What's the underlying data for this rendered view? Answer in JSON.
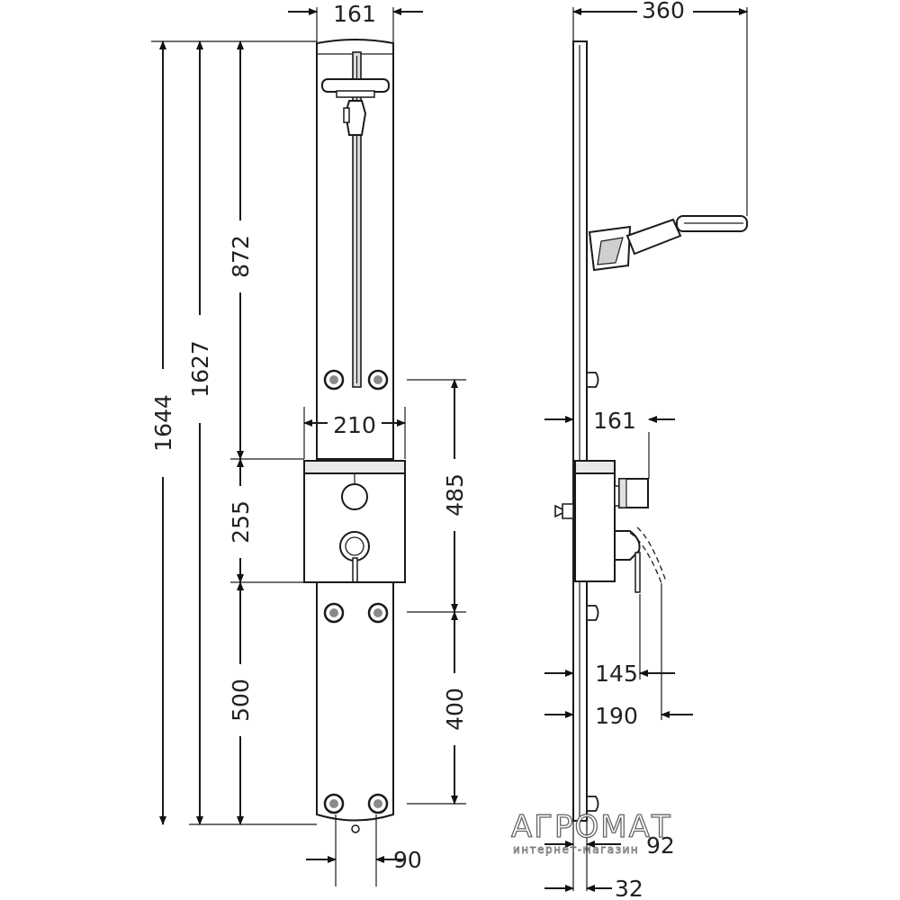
{
  "front_view": {
    "dimensions": {
      "top_width": "161",
      "total_height_a": "1644",
      "total_height_b": "1627",
      "upper_height": "872",
      "mixer_width": "210",
      "mixer_height": "255",
      "lower_height": "500",
      "outlet_spacing_upper": "485",
      "outlet_spacing_lower": "400",
      "bottom_offset": "90"
    }
  },
  "side_view": {
    "dimensions": {
      "head_projection": "360",
      "mixer_depth": "161",
      "handle_depth": "145",
      "lever_depth": "190",
      "offset_92": "92",
      "offset_32": "32"
    }
  },
  "watermark": {
    "brand": "АГРОМАТ",
    "tagline": "интернет-магазин"
  }
}
